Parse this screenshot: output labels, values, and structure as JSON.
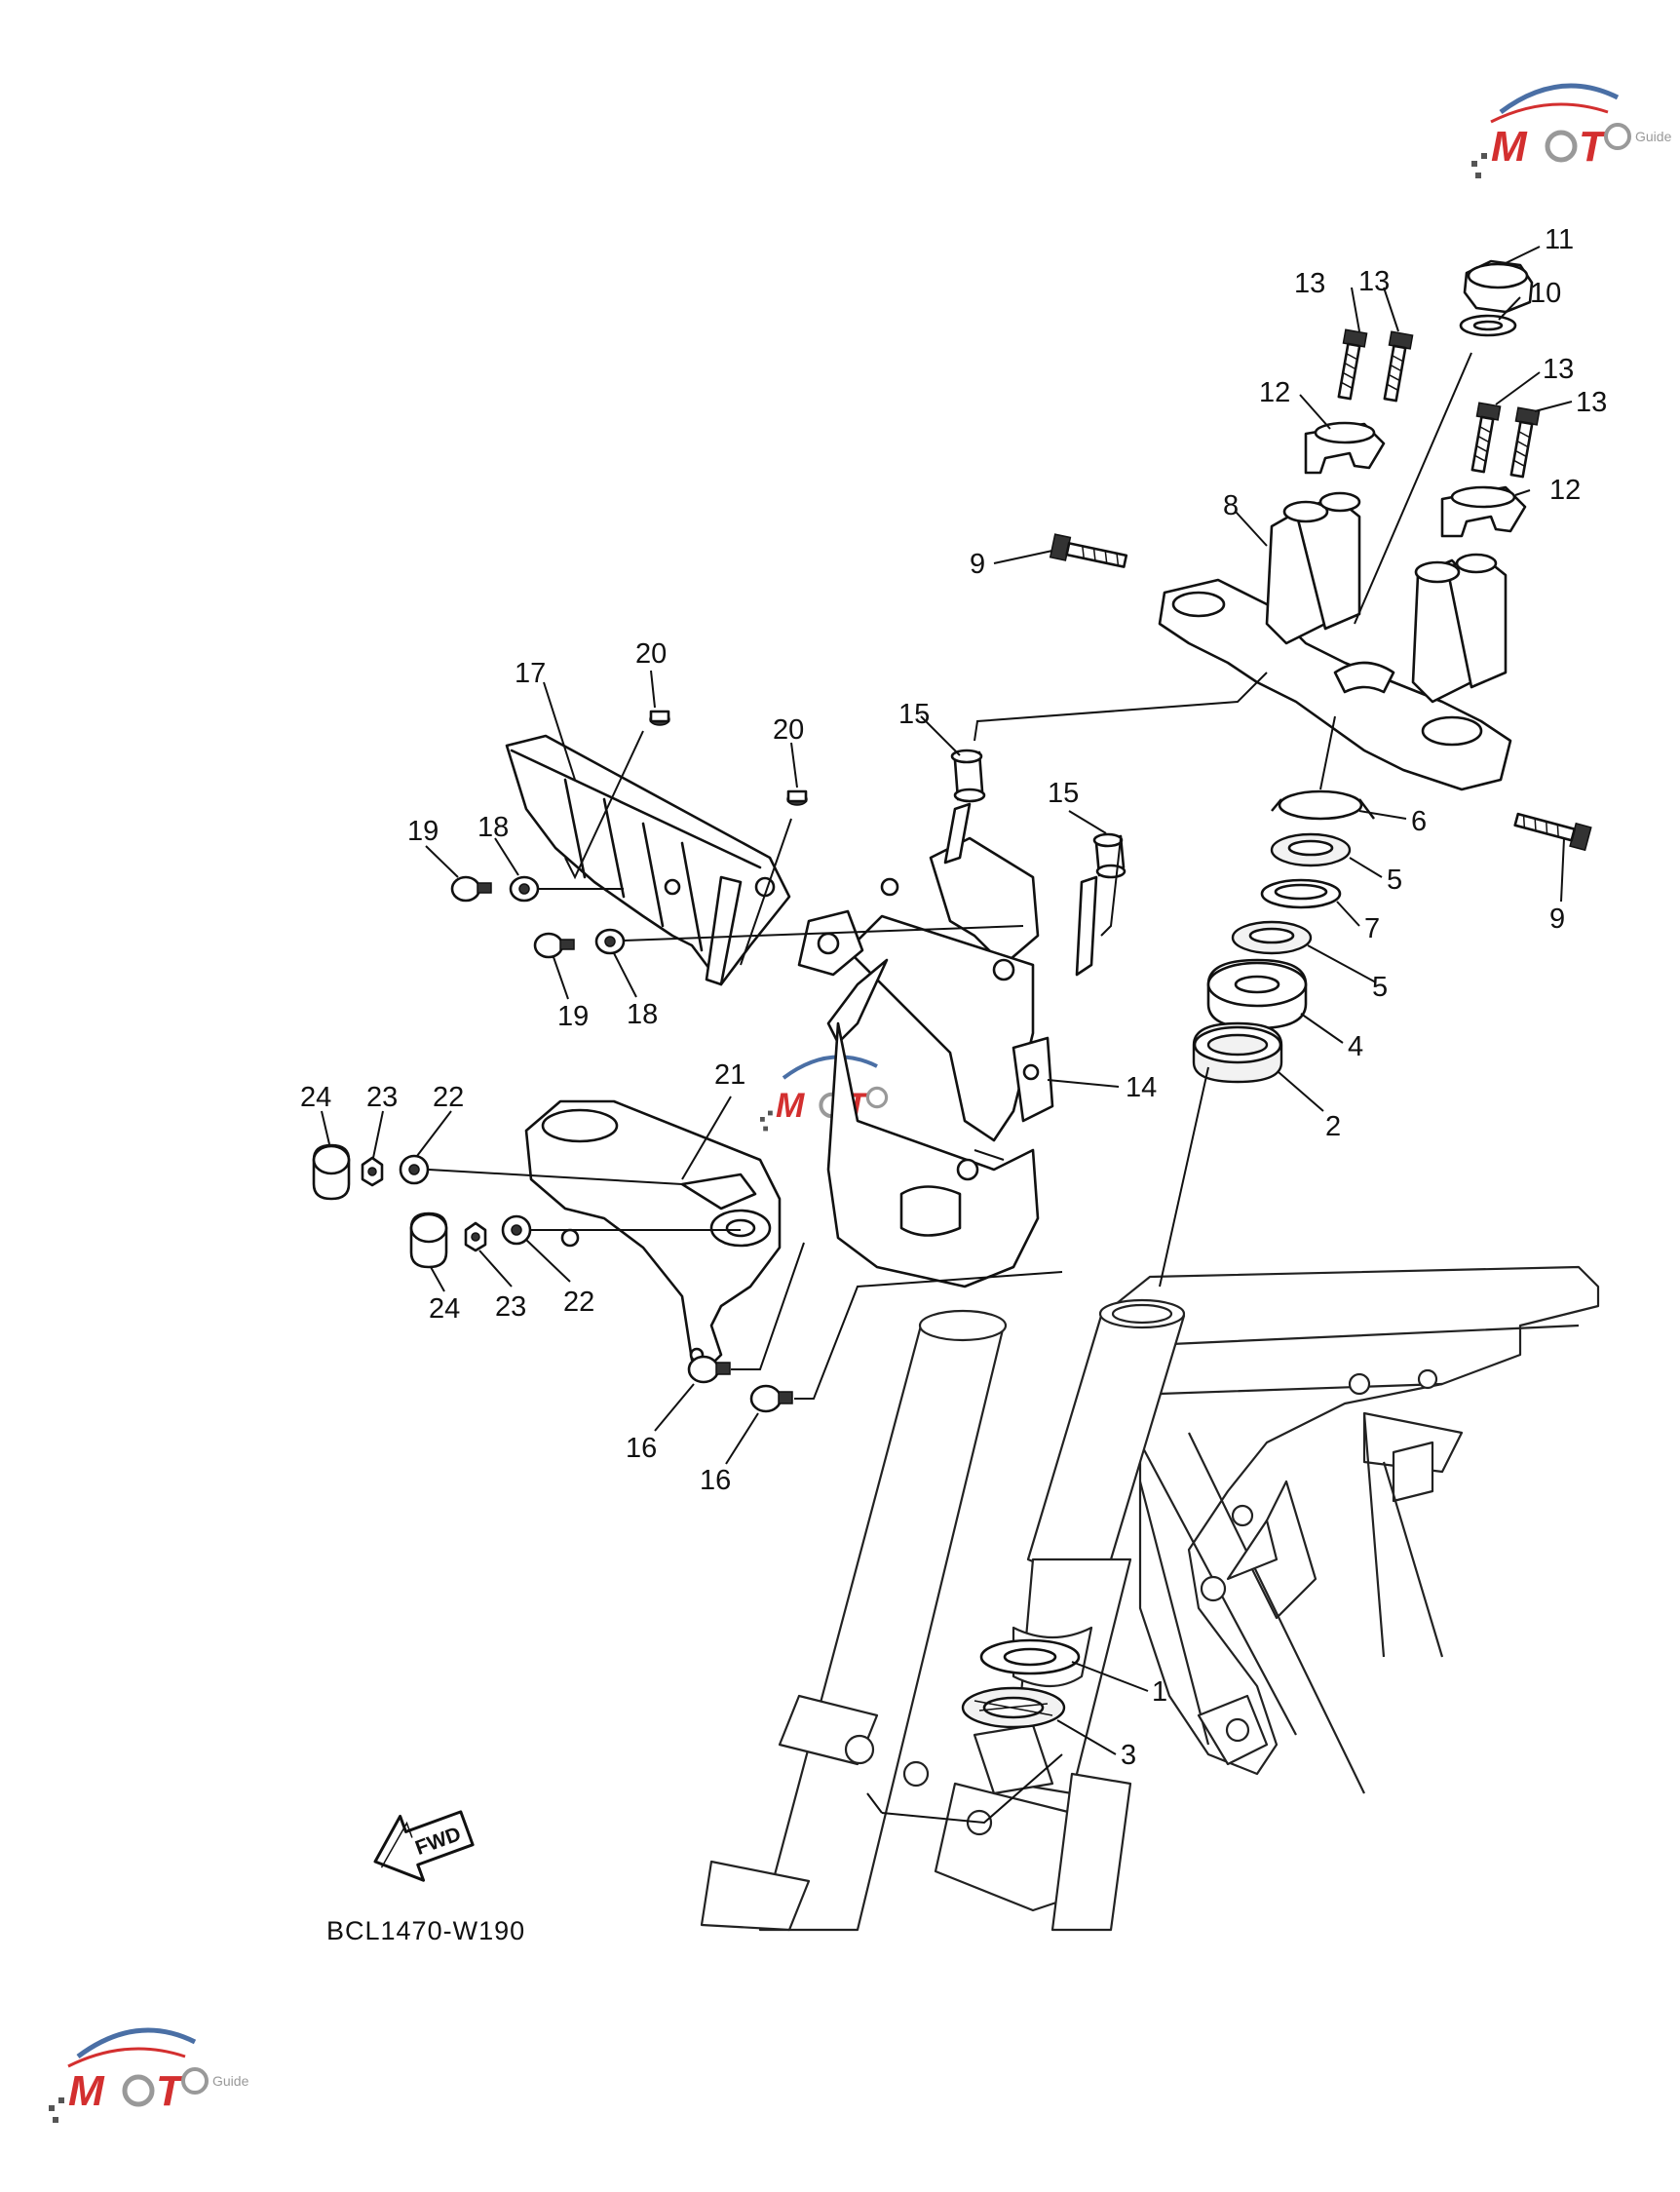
{
  "drawing_code": "BCL1470-W190",
  "fwd_label": "FWD",
  "callouts": [
    "11",
    "13",
    "13",
    "10",
    "13",
    "13",
    "12",
    "12",
    "8",
    "9",
    "17",
    "20",
    "20",
    "15",
    "15",
    "6",
    "5",
    "7",
    "5",
    "4",
    "19",
    "18",
    "19",
    "18",
    "14",
    "2",
    "24",
    "23",
    "22",
    "21",
    "24",
    "23",
    "22",
    "16",
    "16",
    "9",
    "1",
    "3"
  ],
  "watermark": {
    "brand": "MOTO",
    "sub": "Guide",
    "color_red": "#d32f2f",
    "color_blue": "#4a6fa5"
  },
  "colors": {
    "ink": "#111111",
    "paper": "#ffffff"
  }
}
